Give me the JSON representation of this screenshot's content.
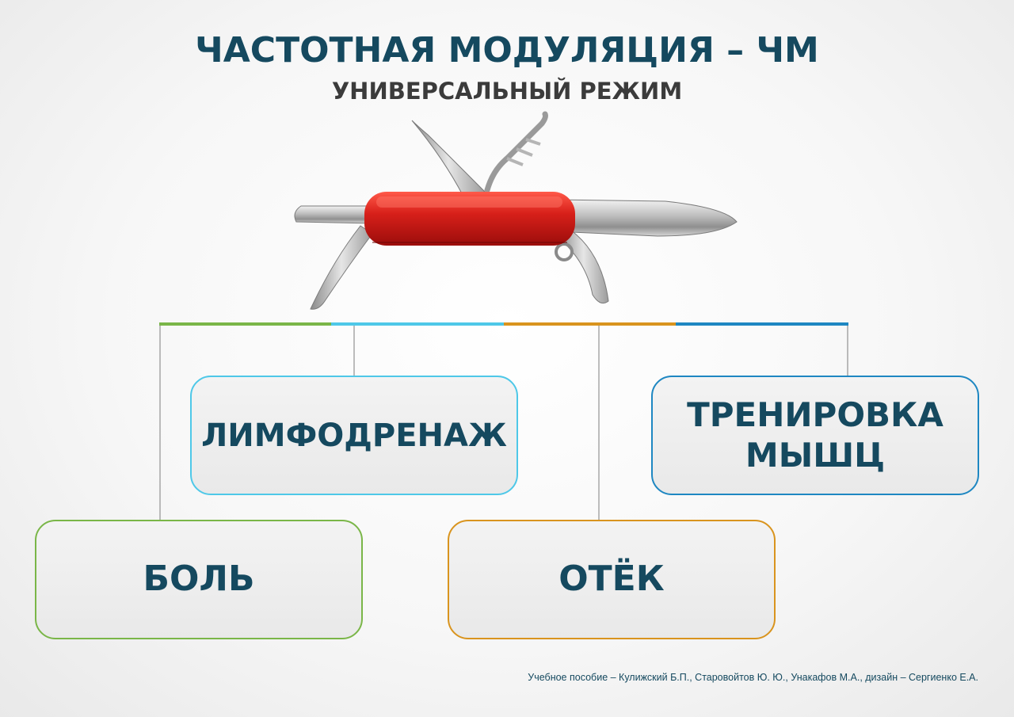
{
  "title": "ЧАСТОТНАЯ МОДУЛЯЦИЯ – ЧМ",
  "subtitle": "УНИВЕРСАЛЬНЫЙ РЕЖИМ",
  "image_icon": "swiss-army-knife-icon",
  "nodes": {
    "pain": {
      "label": "БОЛЬ",
      "color": "#7ab648"
    },
    "lymph": {
      "label": "ЛИМФОДРЕНАЖ",
      "color": "#4ec8e8"
    },
    "edema": {
      "label": "ОТЁК",
      "color": "#d9941e"
    },
    "muscle": {
      "label_line1": "ТРЕНИРОВКА",
      "label_line2": "МЫШЦ",
      "color": "#1e87c2"
    }
  },
  "footer": "Учебное пособие –  Кулижский Б.П., Старовойтов Ю. Ю., Унакафов М.А., дизайн – Сергиенко Е.А."
}
